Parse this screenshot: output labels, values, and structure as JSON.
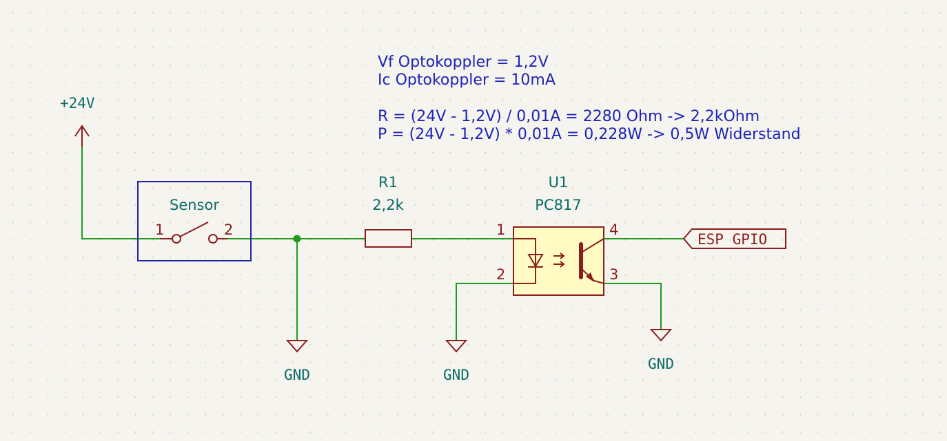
{
  "notes": {
    "line1": "Vf Optokoppler = 1,2V",
    "line2": "Ic Optokoppler = 10mA",
    "line3": "R = (24V - 1,2V) / 0,01A = 2280 Ohm -> 2,2kOhm",
    "line4": "P = (24V - 1,2V) * 0,01A = 0,228W -> 0,5W Widerstand"
  },
  "power": {
    "label": "+24V"
  },
  "sensor": {
    "label": "Sensor",
    "pin1": "1",
    "pin2": "2"
  },
  "resistor": {
    "ref": "R1",
    "value": "2,2k"
  },
  "optocoupler": {
    "ref": "U1",
    "value": "PC817",
    "pin1": "1",
    "pin2": "2",
    "pin3": "3",
    "pin4": "4"
  },
  "gpio": {
    "label": "ESP GPIO"
  },
  "grounds": {
    "gnd1": "GND",
    "gnd2": "GND",
    "gnd3": "GND"
  },
  "colors": {
    "wire": "#1f9a1f",
    "symbol": "#8a1d1d",
    "symbol_fill": "#fffbc2",
    "label_text": "#0a6b67",
    "note_text": "#1d24b4",
    "sensor_frame": "#2222a0",
    "background": "#f5f4ef"
  }
}
